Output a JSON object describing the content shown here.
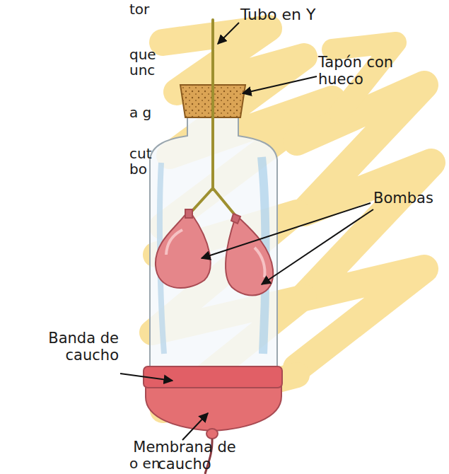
{
  "diagram": {
    "labels": [
      "Tubo en Y",
      "Tapón con hueco",
      "Bombas",
      "Banda de caucho",
      "Membrana de caucho",
      "tor",
      "que",
      "unc",
      "a g",
      "cut",
      "bo",
      "o en"
    ]
  }
}
